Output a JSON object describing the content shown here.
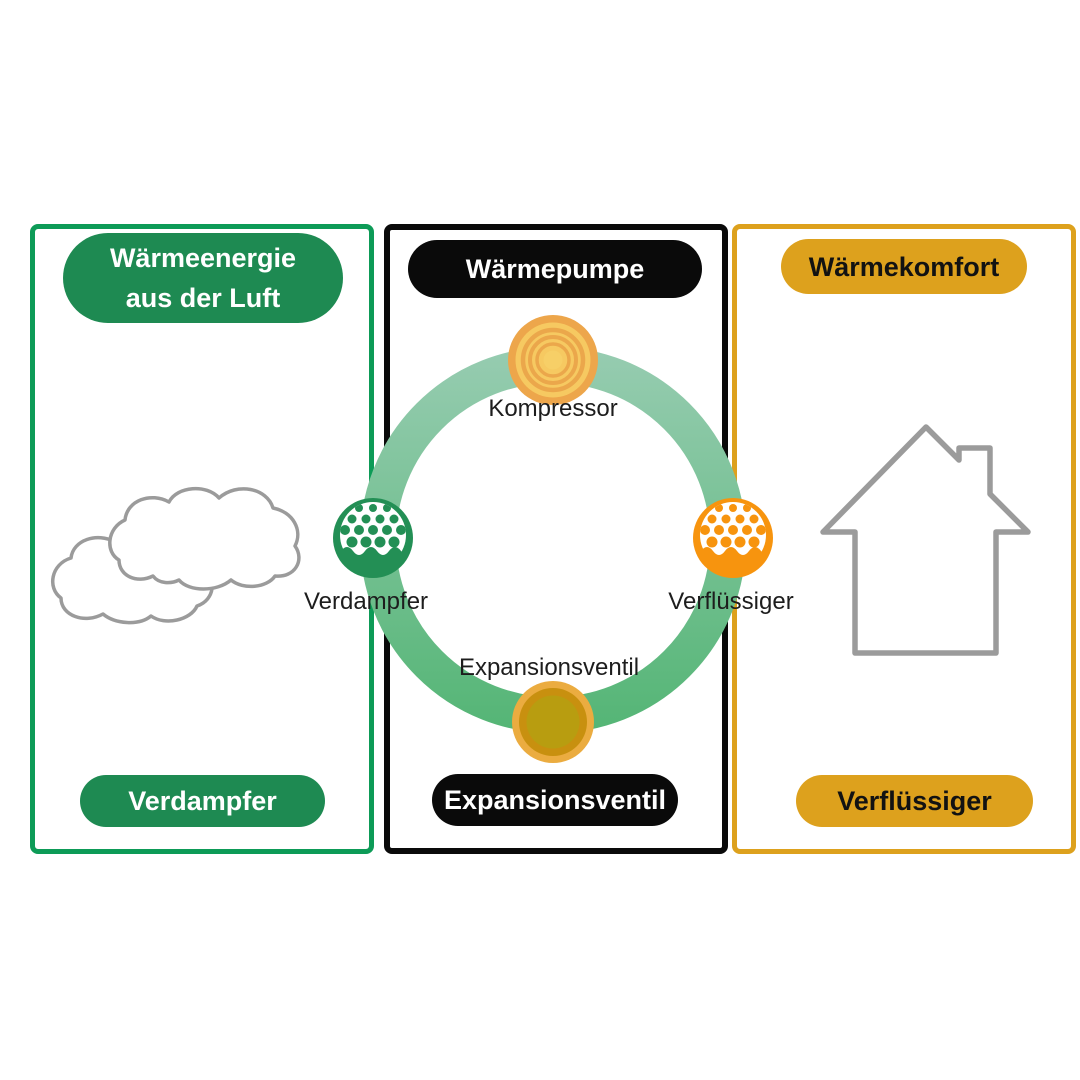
{
  "panels": {
    "left": {
      "top_pill_line1": "Wärmeenergie",
      "top_pill_line2": "aus der Luft",
      "bottom_pill": "Verdampfer",
      "illustration": "cloud-outline"
    },
    "center": {
      "top_pill": "Wärmepumpe",
      "bottom_pill": "Expansionsventil",
      "cycle_labels": {
        "top": "Kompressor",
        "left": "Verdampfer",
        "right": "Verflüssiger",
        "bottom": "Expansionsventil"
      }
    },
    "right": {
      "top_pill": "Wärmekomfort",
      "bottom_pill": "Verflüssiger",
      "illustration": "house-outline"
    }
  },
  "colors": {
    "green": "#1e8a52",
    "green_border": "#0d9b57",
    "gold": "#dda11d",
    "black": "#0a0a0a",
    "ring_top": "#97ccb1",
    "ring_bottom": "#54b575",
    "icon_green": "#238f55",
    "icon_orange": "#f7940e",
    "compressor_orange": "#eda64b",
    "compressor_yellow": "#f6c961",
    "valve_amber": "#ebac40",
    "valve_dark_gold": "#c8900f",
    "valve_olive": "#b89d10",
    "outline_gray": "#9b9b9b"
  }
}
